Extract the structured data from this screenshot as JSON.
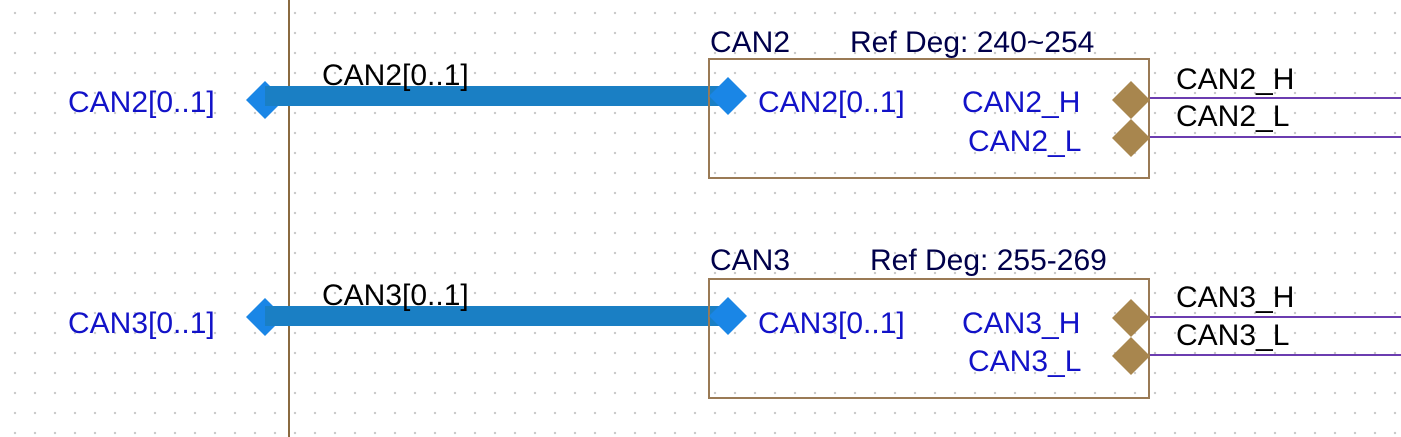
{
  "colors": {
    "bus": "#1a7fc4",
    "bus_port": "#1a86e6",
    "pin_diamond": "#a8864e",
    "sheet_border": "#9a7a55",
    "vertical_rule": "#8a6a40",
    "wire": "#6b3cb0",
    "port_text": "#1212c8",
    "net_text": "#000000",
    "designator_text": "#00004a"
  },
  "groups": [
    {
      "off_sheet_port": "CAN2[0..1]",
      "bus_label": "CAN2[0..1]",
      "sheet_designator": "CAN2",
      "sheet_note": "Ref Deg: 240~254",
      "sheet_port_in": "CAN2[0..1]",
      "pin_h": "CAN2_H",
      "pin_l": "CAN2_L",
      "net_h": "CAN2_H",
      "net_l": "CAN2_L"
    },
    {
      "off_sheet_port": "CAN3[0..1]",
      "bus_label": "CAN3[0..1]",
      "sheet_designator": "CAN3",
      "sheet_note": "Ref Deg: 255-269",
      "sheet_port_in": "CAN3[0..1]",
      "pin_h": "CAN3_H",
      "pin_l": "CAN3_L",
      "net_h": "CAN3_H",
      "net_l": "CAN3_L"
    }
  ]
}
